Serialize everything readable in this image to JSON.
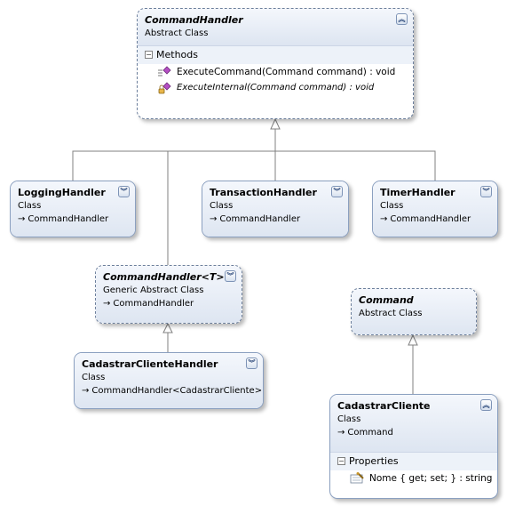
{
  "command_handler": {
    "name": "CommandHandler",
    "kind": "Abstract Class",
    "methods_label": "Methods",
    "methods": [
      "ExecuteCommand(Command command) : void",
      "ExecuteInternal(Command command) : void"
    ]
  },
  "logging_handler": {
    "name": "LoggingHandler",
    "kind": "Class",
    "base": "CommandHandler"
  },
  "transaction_handler": {
    "name": "TransactionHandler",
    "kind": "Class",
    "base": "CommandHandler"
  },
  "timer_handler": {
    "name": "TimerHandler",
    "kind": "Class",
    "base": "CommandHandler"
  },
  "generic_handler": {
    "name": "CommandHandler<T>",
    "kind": "Generic Abstract Class",
    "base": "CommandHandler"
  },
  "cadastrar_handler": {
    "name": "CadastrarClienteHandler",
    "kind": "Class",
    "base": "CommandHandler<CadastrarCliente>"
  },
  "command": {
    "name": "Command",
    "kind": "Abstract Class"
  },
  "cadastrar_cliente": {
    "name": "CadastrarCliente",
    "kind": "Class",
    "base": "Command",
    "properties_label": "Properties",
    "properties": [
      "Nome { get; set; } : string"
    ]
  },
  "icons": {
    "collapse": "chevron-up-icon",
    "expand": "chevron-down-icon",
    "method": "method-icon",
    "property": "property-icon"
  },
  "colors": {
    "border": "#8ba0c0",
    "header_top": "#f4f7fc",
    "header_bottom": "#dde5f1",
    "connector": "#808080"
  }
}
